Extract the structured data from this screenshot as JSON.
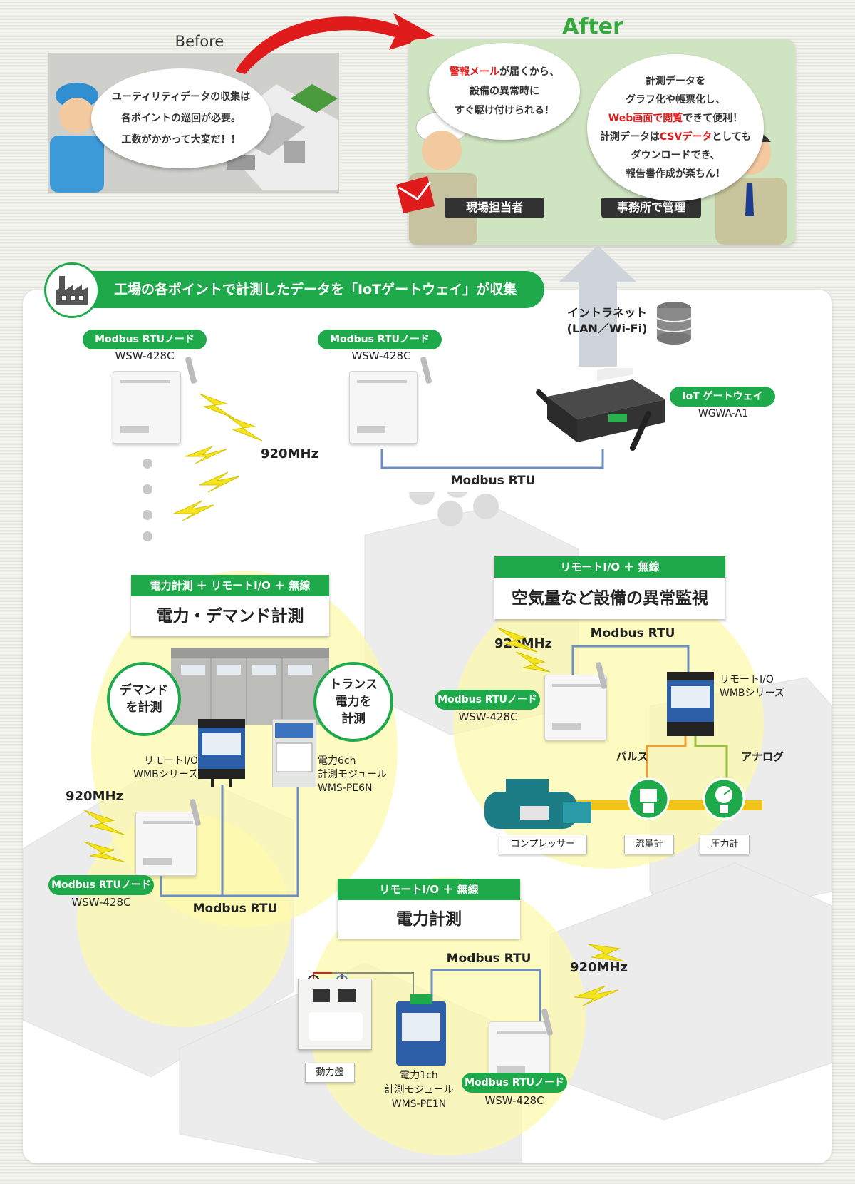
{
  "before": {
    "title": "Before",
    "bubble": [
      "ユーティリティデータの収集は",
      "各ポイントの巡回が必要。",
      "工数がかかって大変だ！！"
    ]
  },
  "after": {
    "title": "After",
    "field_bubble": {
      "line1_red": "警報メール",
      "line1_rest": "が届くから、",
      "line2": "設備の異常時に",
      "line3": "すぐ駆け付けられる！"
    },
    "office_bubble": {
      "line1": "計測データを",
      "line2": "グラフ化や帳票化し、",
      "line3_red": "Web画面で閲覧",
      "line3_rest": "できて便利！",
      "line4_pre": "計測データは",
      "line4_red": "CSVデータ",
      "line4_rest": "としても",
      "line5": "ダウンロードでき、",
      "line6": "報告書作成が楽ちん！"
    },
    "field_label": "現場担当者",
    "office_label": "事務所で管理"
  },
  "banner": "工場の各ポイントで計測したデータを「IoTゲートウェイ」が収集",
  "intranet": [
    "イントラネット",
    "(LAN／Wi-Fi)"
  ],
  "gateway": {
    "pill": "IoT ゲートウェイ",
    "model": "WGWA-A1"
  },
  "top_nodes": [
    {
      "pill": "Modbus RTUノード",
      "model": "WSW-428C"
    },
    {
      "pill": "Modbus RTUノード",
      "model": "WSW-428C"
    }
  ],
  "top_mhz": "920MHz",
  "top_modbus": "Modbus RTU",
  "zone_power_demand": {
    "cap": "電力計測 ＋ リモートI/O ＋ 無線",
    "title": "電力・デマンド計測",
    "bubble_demand": [
      "デマンド",
      "を計測"
    ],
    "bubble_trans": [
      "トランス",
      "電力を",
      "計測"
    ],
    "remote_io": [
      "リモートI/O",
      "WMBシリーズ"
    ],
    "pe6n": [
      "電力6ch",
      "計測モジュール",
      "WMS-PE6N"
    ],
    "mhz": "920MHz",
    "node_pill": "Modbus RTUノード",
    "node_model": "WSW-428C",
    "modbus": "Modbus RTU"
  },
  "zone_air": {
    "cap": "リモートI/O ＋ 無線",
    "title": "空気量など設備の異常監視",
    "mhz": "920MHz",
    "modbus": "Modbus RTU",
    "node_pill": "Modbus RTUノード",
    "node_model": "WSW-428C",
    "remote_io": [
      "リモートI/O",
      "WMBシリーズ"
    ],
    "pulse": "パルス",
    "analog": "アナログ",
    "compressor": "コンプレッサー",
    "flowmeter": "流量計",
    "pressure": "圧力計"
  },
  "zone_power": {
    "cap": "リモートI/O ＋ 無線",
    "title": "電力計測",
    "modbus": "Modbus RTU",
    "mhz": "920MHz",
    "panel": "動力盤",
    "pe1n": [
      "電力1ch",
      "計測モジュール",
      "WMS-PE1N"
    ],
    "node_pill": "Modbus RTUノード",
    "node_model": "WSW-428C"
  },
  "colors": {
    "green": "#1eaa4b",
    "red": "#e01b1b",
    "zone": "#fdfaaa",
    "line": "#6d8fc4",
    "orange": "#f0a030"
  }
}
